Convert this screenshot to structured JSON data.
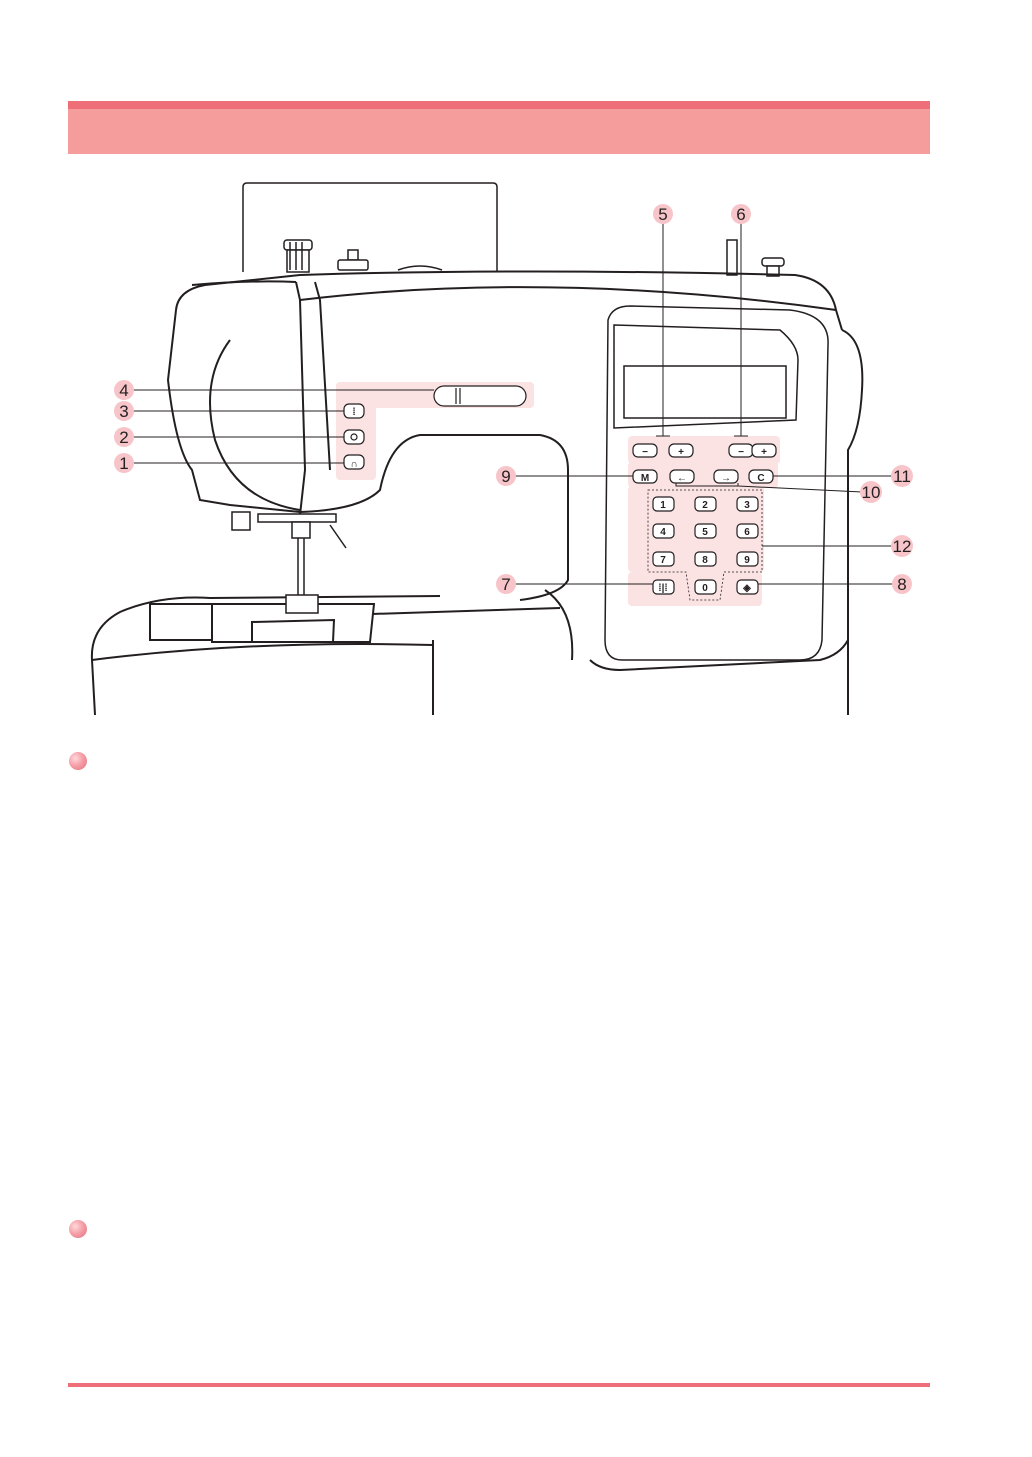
{
  "figure": {
    "callouts": [
      {
        "label": "1"
      },
      {
        "label": "2"
      },
      {
        "label": "3"
      },
      {
        "label": "4"
      },
      {
        "label": "5"
      },
      {
        "label": "6"
      },
      {
        "label": "7"
      },
      {
        "label": "8"
      },
      {
        "label": "9"
      },
      {
        "label": "10"
      },
      {
        "label": "11"
      },
      {
        "label": "12"
      }
    ],
    "keys": {
      "minus": "−",
      "plus": "+",
      "memory": "M",
      "clear": "C",
      "left_arrow": "←",
      "right_arrow": "→",
      "digits": [
        "1",
        "2",
        "3",
        "4",
        "5",
        "6",
        "7",
        "8",
        "9",
        "0"
      ]
    }
  },
  "colors": {
    "header_fill": "#f59c9c",
    "header_rule": "#ee6f78",
    "highlight": "#fbe3e4",
    "bullet": "#f08a96"
  }
}
